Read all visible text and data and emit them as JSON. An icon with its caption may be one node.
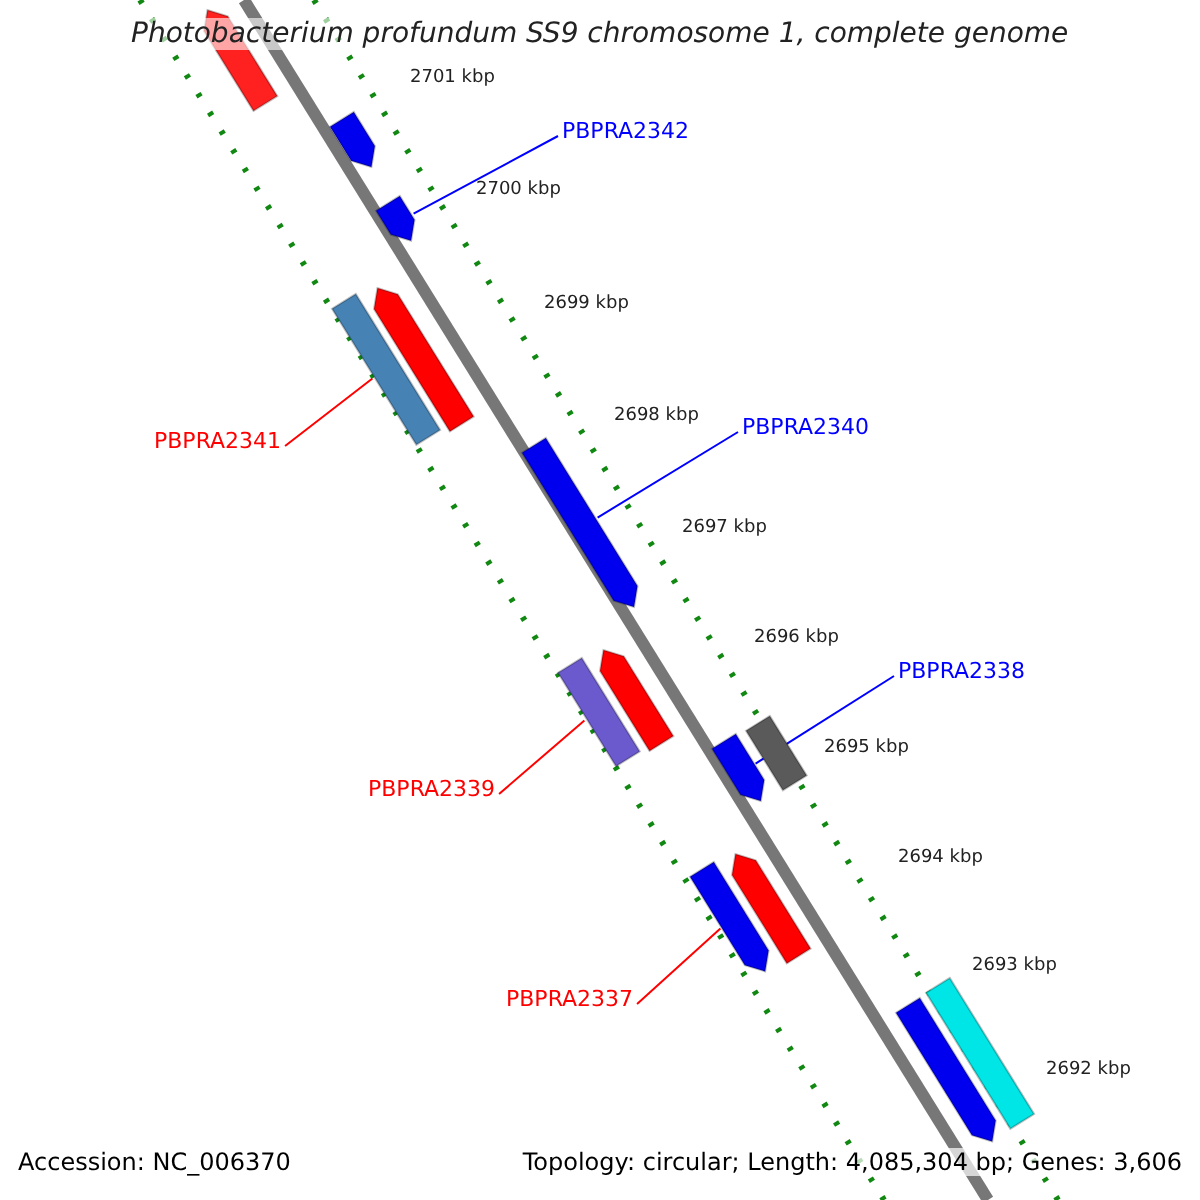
{
  "diagram": {
    "title": "Photobacterium profundum SS9 chromosome 1, complete genome",
    "nodes": [
      {
        "text": [],
        "shape": "bar"
      },
      {
        "text": [],
        "shape": "bar"
      },
      {
        "text": [],
        "shape": "bar"
      },
      {
        "text": [],
        "shape": "bar"
      },
      {
        "text": [],
        "shape": "bar"
      },
      {
        "text": [],
        "shape": "bar"
      },
      {
        "text": [],
        "shape": "bar"
      },
      {
        "text": [],
        "shape": "bar"
      },
      {
        "text": [],
        "shape": "bar"
      },
      {
        "text": [],
        "shape": "bar"
      },
      {
        "text": [],
        "shape": "bar"
      },
      {
        "text": [],
        "shape": "bar"
      },
      {
        "text": [],
        "shape": "bar"
      },
      {
        "text": [],
        "shape": "bar"
      },
      {
        "text": [
          "PBPRA2342"
        ]
      },
      {
        "text": [
          "PBPRA2341"
        ]
      },
      {
        "text": [
          "PBPRA2340"
        ]
      },
      {
        "text": [
          "PBPRA2339"
        ]
      },
      {
        "text": [
          "PBPRA2338"
        ]
      },
      {
        "text": [
          "PBPRA2337"
        ]
      }
    ],
    "edges": [
      {
        "from": 14,
        "to": 2,
        "arrow": "none",
        "color": "#0000ff"
      },
      {
        "from": 15,
        "to": 3,
        "arrow": "none",
        "color": "#ff0000"
      },
      {
        "from": 16,
        "to": 5,
        "arrow": "none",
        "color": "#0000ff"
      },
      {
        "from": 17,
        "to": 6,
        "arrow": "none",
        "color": "#ff0000"
      },
      {
        "from": 18,
        "to": 8,
        "arrow": "none",
        "color": "#0000ff"
      },
      {
        "from": 19,
        "to": 10,
        "arrow": "none",
        "color": "#ff0000"
      }
    ],
    "labels": [
      "2701 kbp",
      "2700 kbp",
      "2699 kbp",
      "2698 kbp",
      "2697 kbp",
      "2696 kbp",
      "2695 kbp",
      "2694 kbp",
      "2693 kbp",
      "2692 kbp",
      "Accession: NC_006370",
      "Topology: circular; Length: 4,085,304 bp; Genes: 3,606"
    ]
  }
}
